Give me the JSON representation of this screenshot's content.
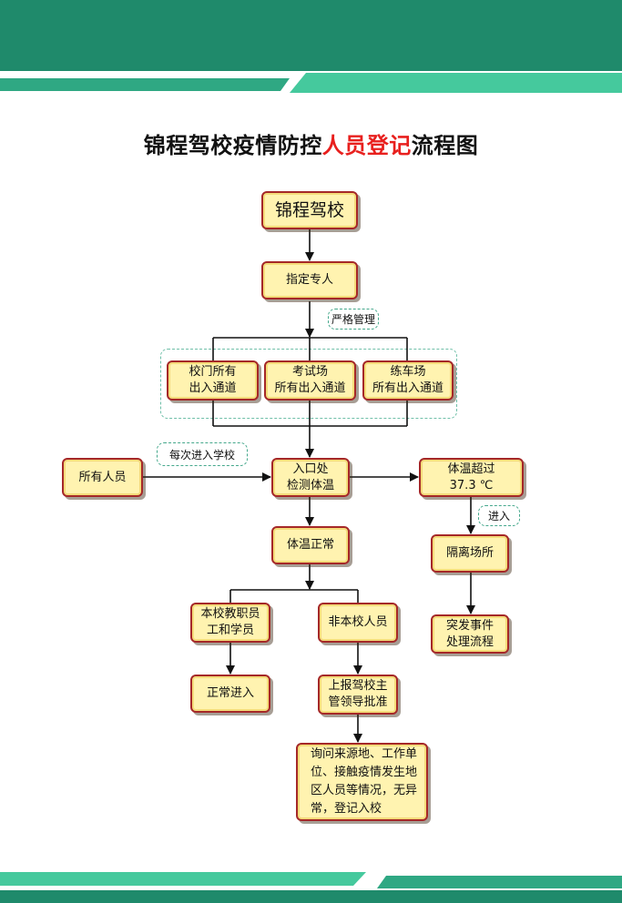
{
  "title": {
    "prefix": "锦程驾校疫情防控",
    "highlight": "人员登记",
    "suffix": "流程图"
  },
  "colors": {
    "title_highlight": "#e8201e",
    "node_fill": "#fff3b0",
    "node_border": "#a52828",
    "dashed_border": "#45a88c",
    "band_dark": "#1f8a6b",
    "band_light": "#3fc49a"
  },
  "nodes": {
    "school": "锦程驾校",
    "designate": "指定专人",
    "gate": "校门所有\n出入通道",
    "exam": "考试场\n所有出入通道",
    "practice": "练车场\n所有出入通道",
    "all_people": "所有人员",
    "entrance": "入口处\n检测体温",
    "over_temp": "体温超过\n37.3 ℃",
    "isolation": "隔离场所",
    "emergency": "突发事件\n处理流程",
    "normal_temp": "体温正常",
    "staff": "本校教职员\n工和学员",
    "non_staff": "非本校人员",
    "normal_entry": "正常进入",
    "report": "上报驾校主\n管领导批准",
    "inquiry": "询问来源地、工作单\n位、接触疫情发生地\n区人员等情况，无异\n常，登记入校"
  },
  "labels": {
    "strict": "严格管理",
    "each_entry": "每次进入学校",
    "enter": "进入"
  }
}
